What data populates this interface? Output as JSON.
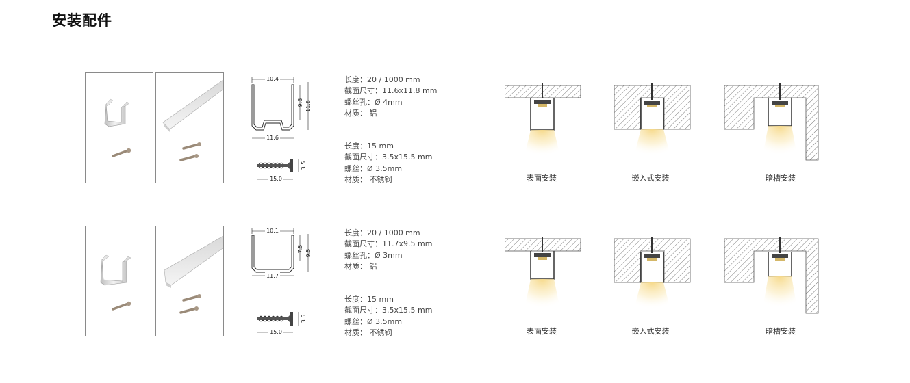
{
  "page": {
    "title": "安装配件"
  },
  "rows": [
    {
      "profile_dims": {
        "width_top": "10.4",
        "width_bottom": "11.6",
        "inner_height": "9.8",
        "outer_height": "11.8"
      },
      "screw_dims": {
        "length": "15.0",
        "diameter": "3.5"
      },
      "profile_specs": [
        "长度：20 / 1000 mm",
        "截面尺寸：11.6x11.8 mm",
        "螺丝孔：Ø 4mm",
        "材质：  铝"
      ],
      "screw_specs": [
        "长度：15 mm",
        "截面尺寸：3.5x15.5 mm",
        "螺丝：Ø 3.5mm",
        "材质：  不锈钢"
      ],
      "installations": [
        "表面安装",
        "嵌入式安装",
        "暗槽安装"
      ]
    },
    {
      "profile_dims": {
        "width_top": "10.1",
        "width_bottom": "11.7",
        "inner_height": "7.5",
        "outer_height": "9.5"
      },
      "screw_dims": {
        "length": "15.0",
        "diameter": "3.5"
      },
      "profile_specs": [
        "长度：20 / 1000 mm",
        "截面尺寸：11.7x9.5 mm",
        "螺丝孔：Ø 3mm",
        "材质：  铝"
      ],
      "screw_specs": [
        "长度：15 mm",
        "截面尺寸：3.5x15.5 mm",
        "螺丝：Ø 3.5mm",
        "材质：  不锈钢"
      ],
      "installations": [
        "表面安装",
        "嵌入式安装",
        "暗槽安装"
      ]
    }
  ]
}
